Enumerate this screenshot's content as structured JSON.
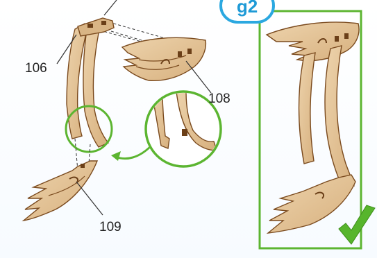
{
  "step": {
    "label": "g2"
  },
  "parts": {
    "part_a": "106",
    "part_b": "108",
    "part_c": "109"
  },
  "colors": {
    "wood_fill": "#e2c195",
    "wood_edge": "#7a4a1e",
    "wood_shadow": "#b98b55",
    "highlight_green": "#5cb531",
    "badge_blue": "#1e9ad6",
    "check_green": "#57b52c"
  },
  "icons": [
    "zoom-callout-circle",
    "arrow-icon",
    "checkmark-icon"
  ]
}
